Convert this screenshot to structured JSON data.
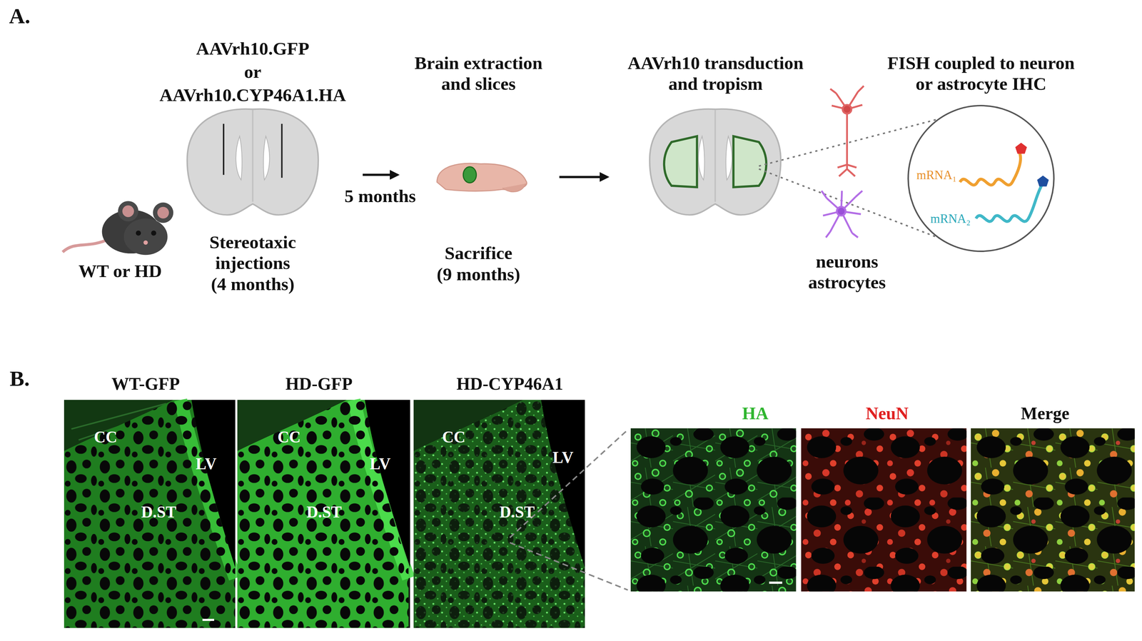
{
  "diagram": {
    "nodes": [
      {
        "text": [
          "AAVrh10.GFP",
          "or",
          "AAVrh10.CYP46A1.HA",
          "Stereotaxic injections (4 months)"
        ]
      },
      {
        "text": [
          "Brain extraction and slices",
          "Sacrifice (9 months)"
        ]
      },
      {
        "text": [
          "AAVrh10 transduction and tropism"
        ]
      },
      {
        "text": [
          "FISH coupled to neuron or astrocyte IHC",
          "mRNA₁",
          "mRNA₂"
        ]
      }
    ],
    "edges": [
      {
        "from": 0,
        "to": 1,
        "arrow": "to",
        "label": "5 months"
      },
      {
        "from": 1,
        "to": 2,
        "arrow": "to"
      }
    ],
    "labels": [
      "A.",
      "WT or HD",
      "neurons astrocytes",
      "B.",
      "WT-GFP",
      "HD-GFP",
      "HD-CYP46A1",
      "CC",
      "LV",
      "D.ST",
      "CC",
      "LV",
      "D.ST",
      "CC",
      "LV",
      "D.ST",
      "HA",
      "NeuN",
      "Merge"
    ]
  }
}
